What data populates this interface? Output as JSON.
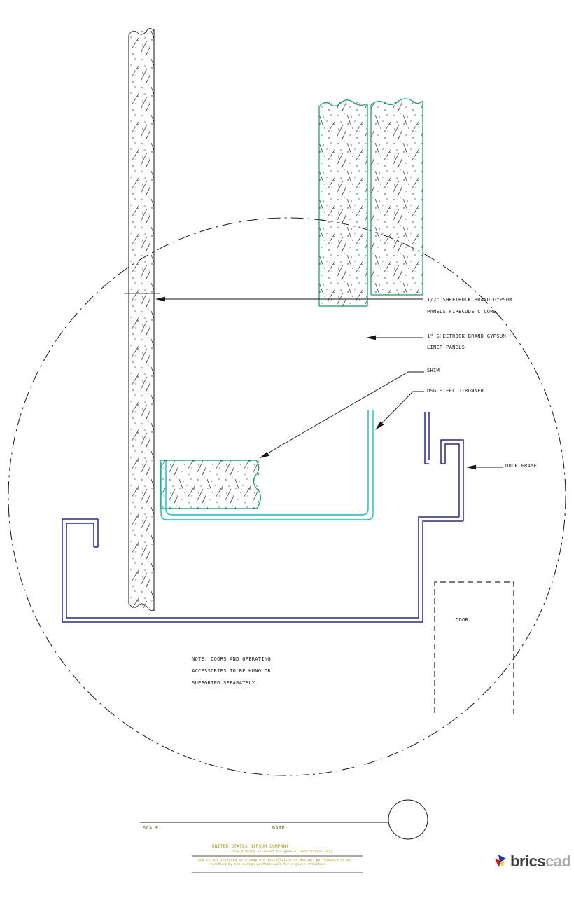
{
  "colors": {
    "green": "#00a550",
    "cyan": "#00c3cf",
    "navy": "#2323ae",
    "ink": "#161616",
    "olive": "#56771d",
    "gold": "#9c9c00",
    "logo_red": "#e2001a",
    "logo_blue": "#24339b",
    "logo_yellow": "#f7c600"
  },
  "labels": {
    "panels_line1": "1/2\" SHEETROCK BRAND GYPSUM",
    "panels_line2": "PANELS FIRECODE C CORE",
    "liner_line1": "1\" SHEETROCK BRAND GYPSUM",
    "liner_line2": "LINER PANELS",
    "shim": "SHIM",
    "j_runner": "USG STEEL J-RUNNER",
    "door_frame": "DOOR FRAME",
    "door": "DOOR"
  },
  "note": {
    "line1": "NOTE: DOORS AND OPERATING",
    "line2": "ACCESSORIES TO BE HUNG OR",
    "line3": "SUPPORTED SEPARATELY."
  },
  "title_block": {
    "scale_label": "SCALE:",
    "date_label": "DATE:",
    "company": "UNITED STATES GYPSUM COMPANY",
    "fine_print_1": "This drawing intended for general information only",
    "fine_print_2": "and is not intended as a complete installation or design; performance to be",
    "fine_print_3": "verified by the design professional for a given structure"
  },
  "logo": {
    "brand_bold": "brics",
    "brand_light": "cad"
  }
}
